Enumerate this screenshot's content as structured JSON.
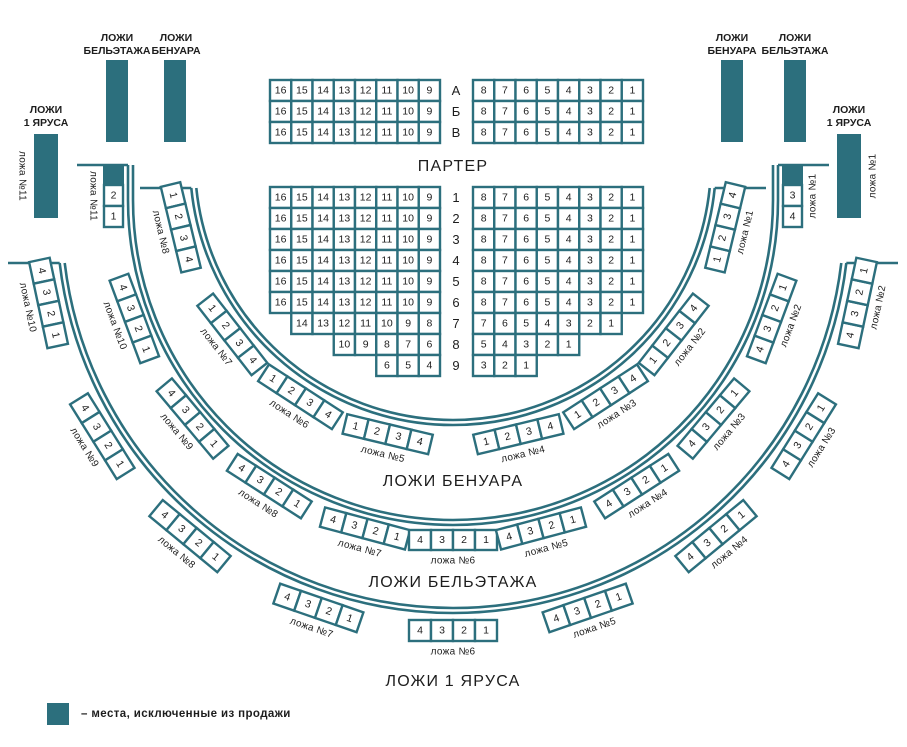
{
  "colors": {
    "accent": "#2c6f7d",
    "text": "#1d1d1d"
  },
  "captions": {
    "left_beletage": [
      "ЛОЖИ",
      "БЕЛЬЭТАЖА"
    ],
    "left_benoir": [
      "ЛОЖИ",
      "БЕНУАРА"
    ],
    "left_tier1": [
      "ЛОЖИ",
      "1 ЯРУСА"
    ],
    "right_benoir": [
      "ЛОЖИ",
      "БЕНУАРА"
    ],
    "right_beletage": [
      "ЛОЖИ",
      "БЕЛЬЭТАЖА"
    ],
    "right_tier1": [
      "ЛОЖИ",
      "1 ЯРУСА"
    ]
  },
  "parter": {
    "title": "ПАРТЕР",
    "top_rows": [
      {
        "label": "А",
        "left": [
          "16",
          "15",
          "14",
          "13",
          "12",
          "11",
          "10",
          "9"
        ],
        "right": [
          "8",
          "7",
          "6",
          "5",
          "4",
          "3",
          "2",
          "1"
        ]
      },
      {
        "label": "Б",
        "left": [
          "16",
          "15",
          "14",
          "13",
          "12",
          "11",
          "10",
          "9"
        ],
        "right": [
          "8",
          "7",
          "6",
          "5",
          "4",
          "3",
          "2",
          "1"
        ]
      },
      {
        "label": "В",
        "left": [
          "16",
          "15",
          "14",
          "13",
          "12",
          "11",
          "10",
          "9"
        ],
        "right": [
          "8",
          "7",
          "6",
          "5",
          "4",
          "3",
          "2",
          "1"
        ]
      }
    ],
    "rows": [
      {
        "label": "1",
        "left": [
          "16",
          "15",
          "14",
          "13",
          "12",
          "11",
          "10",
          "9"
        ],
        "right": [
          "8",
          "7",
          "6",
          "5",
          "4",
          "3",
          "2",
          "1"
        ]
      },
      {
        "label": "2",
        "left": [
          "16",
          "15",
          "14",
          "13",
          "12",
          "11",
          "10",
          "9"
        ],
        "right": [
          "8",
          "7",
          "6",
          "5",
          "4",
          "3",
          "2",
          "1"
        ]
      },
      {
        "label": "3",
        "left": [
          "16",
          "15",
          "14",
          "13",
          "12",
          "11",
          "10",
          "9"
        ],
        "right": [
          "8",
          "7",
          "6",
          "5",
          "4",
          "3",
          "2",
          "1"
        ]
      },
      {
        "label": "4",
        "left": [
          "16",
          "15",
          "14",
          "13",
          "12",
          "11",
          "10",
          "9"
        ],
        "right": [
          "8",
          "7",
          "6",
          "5",
          "4",
          "3",
          "2",
          "1"
        ]
      },
      {
        "label": "5",
        "left": [
          "16",
          "15",
          "14",
          "13",
          "12",
          "11",
          "10",
          "9"
        ],
        "right": [
          "8",
          "7",
          "6",
          "5",
          "4",
          "3",
          "2",
          "1"
        ]
      },
      {
        "label": "6",
        "left": [
          "16",
          "15",
          "14",
          "13",
          "12",
          "11",
          "10",
          "9"
        ],
        "right": [
          "8",
          "7",
          "6",
          "5",
          "4",
          "3",
          "2",
          "1"
        ]
      },
      {
        "label": "7",
        "left": [
          "14",
          "13",
          "12",
          "11",
          "10",
          "9",
          "8"
        ],
        "right": [
          "7",
          "6",
          "5",
          "4",
          "3",
          "2",
          "1"
        ]
      },
      {
        "label": "8",
        "left": [
          "10",
          "9",
          "8",
          "7",
          "6"
        ],
        "right": [
          "5",
          "4",
          "3",
          "2",
          "1"
        ]
      },
      {
        "label": "9",
        "left": [
          "6",
          "5",
          "4"
        ],
        "right": [
          "3",
          "2",
          "1"
        ]
      }
    ]
  },
  "benoir": {
    "title": "ЛОЖИ БЕНУАРА",
    "boxes": [
      {
        "label": "ложа №8",
        "seats": [
          "1",
          "2",
          "3",
          "4"
        ]
      },
      {
        "label": "ложа №7",
        "seats": [
          "1",
          "2",
          "3",
          "4"
        ]
      },
      {
        "label": "ложа №6",
        "seats": [
          "1",
          "2",
          "3",
          "4"
        ]
      },
      {
        "label": "ложа №5",
        "seats": [
          "1",
          "2",
          "3",
          "4"
        ]
      },
      {
        "label": "ложа №4",
        "seats": [
          "1",
          "2",
          "3",
          "4"
        ]
      },
      {
        "label": "ложа №3",
        "seats": [
          "1",
          "2",
          "3",
          "4"
        ]
      },
      {
        "label": "ложа №2",
        "seats": [
          "1",
          "2",
          "3",
          "4"
        ]
      },
      {
        "label": "ложа №1",
        "seats": [
          "1",
          "2",
          "3",
          "4"
        ]
      }
    ]
  },
  "beletage": {
    "title": "ЛОЖИ БЕЛЬЭТАЖА",
    "box_left_end": {
      "label": "ложа №11",
      "excluded_cells": 1,
      "seats": [
        "2",
        "1"
      ]
    },
    "box_right_end": {
      "label": "ложа №1",
      "excluded_cells": 1,
      "seats": [
        "3",
        "4"
      ]
    },
    "boxes": [
      {
        "label": "ложа №10",
        "seats": [
          "4",
          "3",
          "2",
          "1"
        ]
      },
      {
        "label": "ложа №9",
        "seats": [
          "4",
          "3",
          "2",
          "1"
        ]
      },
      {
        "label": "ложа №8",
        "seats": [
          "4",
          "3",
          "2",
          "1"
        ]
      },
      {
        "label": "ложа №7",
        "seats": [
          "4",
          "3",
          "2",
          "1"
        ]
      },
      {
        "label": "ложа №6",
        "seats": [
          "4",
          "3",
          "2",
          "1"
        ]
      },
      {
        "label": "ложа №5",
        "seats": [
          "4",
          "3",
          "2",
          "1"
        ]
      },
      {
        "label": "ложа №4",
        "seats": [
          "4",
          "3",
          "2",
          "1"
        ]
      },
      {
        "label": "ложа №3",
        "seats": [
          "4",
          "3",
          "2",
          "1"
        ]
      },
      {
        "label": "ложа №2",
        "seats": [
          "4",
          "3",
          "2",
          "1"
        ]
      }
    ]
  },
  "tier1": {
    "title": "ЛОЖИ 1 ЯРУСА",
    "box_left_end": {
      "label": "ложа №11",
      "excluded_cells": 1,
      "seats": []
    },
    "box_right_end": {
      "label": "ложа №1",
      "excluded_cells": 1,
      "seats": []
    },
    "boxes": [
      {
        "label": "ложа №10",
        "seats": [
          "4",
          "3",
          "2",
          "1"
        ]
      },
      {
        "label": "ложа №9",
        "seats": [
          "4",
          "3",
          "2",
          "1"
        ]
      },
      {
        "label": "ложа №8",
        "seats": [
          "4",
          "3",
          "2",
          "1"
        ]
      },
      {
        "label": "ложа №7",
        "seats": [
          "4",
          "3",
          "2",
          "1"
        ]
      },
      {
        "label": "ложа №6",
        "seats": [
          "4",
          "3",
          "2",
          "1"
        ]
      },
      {
        "label": "ложа №5",
        "seats": [
          "4",
          "3",
          "2",
          "1"
        ]
      },
      {
        "label": "ложа №4",
        "seats": [
          "4",
          "3",
          "2",
          "1"
        ]
      },
      {
        "label": "ложа №3",
        "seats": [
          "4",
          "3",
          "2",
          "1"
        ]
      },
      {
        "label": "ложа №2",
        "seats": [
          "4",
          "3",
          "2",
          "1"
        ]
      }
    ]
  },
  "legend": {
    "text": "– места, исключенные из продажи"
  }
}
